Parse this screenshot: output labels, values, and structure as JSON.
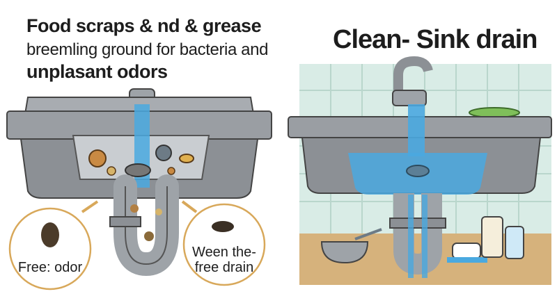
{
  "left_panel": {
    "title_line1": "Food scraps & nd & grease",
    "title_line2": "breemling ground for bacteria and",
    "title_line3": "unplasant odors",
    "bubble_left": "Free: odor",
    "bubble_right_line1": "Ween the-",
    "bubble_right_line2": "free drain"
  },
  "right_panel": {
    "title": "Clean- Sink drain"
  },
  "colors": {
    "sink_gray": "#8c9095",
    "water_blue": "#4aa9e0",
    "tile_green": "#d9ece6",
    "counter_tan": "#d6b27c",
    "bubble_border": "#d8a85a"
  }
}
